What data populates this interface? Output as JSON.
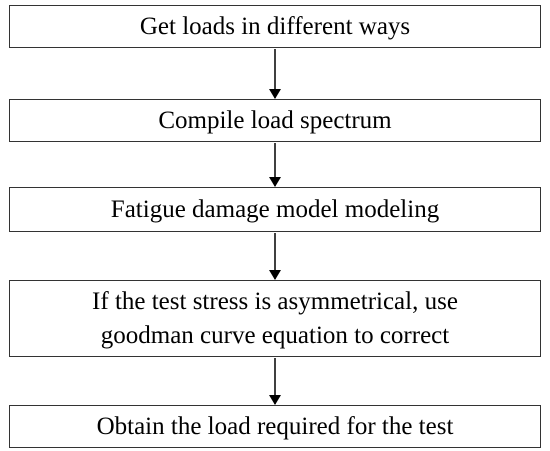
{
  "flowchart": {
    "steps": [
      {
        "text": "Get loads in different ways"
      },
      {
        "text": "Compile load spectrum"
      },
      {
        "text": "Fatigue damage model modeling"
      },
      {
        "text": "If the test stress is asymmetrical, use\ngoodman curve equation to correct"
      },
      {
        "text": "Obtain the load required for the test"
      }
    ],
    "colors": {
      "border": "#333333",
      "arrow": "#000000",
      "text": "#000000"
    }
  }
}
